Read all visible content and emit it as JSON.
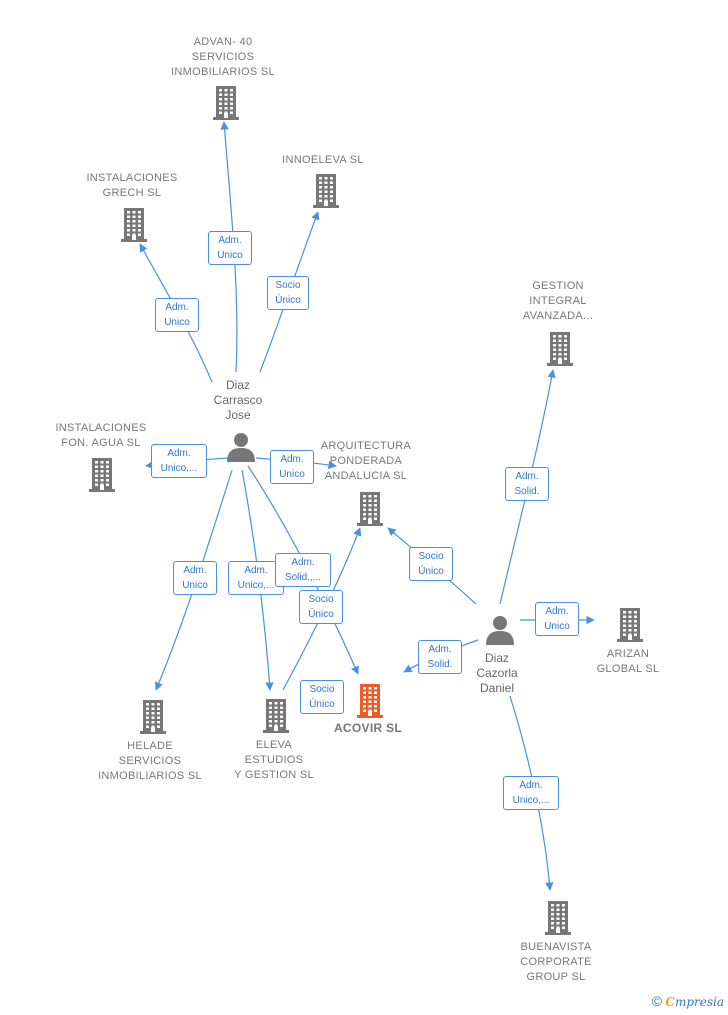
{
  "companies": [
    {
      "id": "advan",
      "label": "ADVAN- 40\nSERVICIOS\nINMOBILIARIOS SL",
      "color": "#777777"
    },
    {
      "id": "innoeleva",
      "label": "INNOELEVA  SL",
      "color": "#777777"
    },
    {
      "id": "grech",
      "label": "INSTALACIONES\nGRECH SL",
      "color": "#777777"
    },
    {
      "id": "gestion",
      "label": "GESTION\nINTEGRAL\nAVANZADA...",
      "color": "#777777"
    },
    {
      "id": "fonagua",
      "label": "INSTALACIONES\nFON. AGUA  SL",
      "color": "#777777"
    },
    {
      "id": "arquitectura",
      "label": "ARQUITECTURA\nPONDERADA\nANDALUCIA  SL",
      "color": "#777777"
    },
    {
      "id": "arizan",
      "label": "ARIZAN\nGLOBAL  SL",
      "color": "#777777"
    },
    {
      "id": "helade",
      "label": "HELADE\nSERVICIOS\nINMOBILIARIOS SL",
      "color": "#777777"
    },
    {
      "id": "eleva",
      "label": "ELEVA\nESTUDIOS\nY GESTION SL",
      "color": "#777777"
    },
    {
      "id": "acovir",
      "label": "ACOVIR  SL",
      "color": "#f05a28"
    },
    {
      "id": "buenavista",
      "label": "BUENAVISTA\nCORPORATE\nGROUP  SL",
      "color": "#777777"
    }
  ],
  "people": [
    {
      "id": "carrasco",
      "label": "Diaz\nCarrasco\nJose"
    },
    {
      "id": "cazorla",
      "label": "Diaz\nCazorla\nDaniel"
    }
  ],
  "relations": [
    {
      "id": "r1",
      "label": "Adm.\nUnico"
    },
    {
      "id": "r2",
      "label": "Socio\nÚnico"
    },
    {
      "id": "r3",
      "label": "Adm.\nUnico"
    },
    {
      "id": "r4",
      "label": "Adm.\nUnico,..."
    },
    {
      "id": "r5",
      "label": "Adm.\nUnico"
    },
    {
      "id": "r6",
      "label": "Adm.\nUnico"
    },
    {
      "id": "r7",
      "label": "Adm.\nUnico,..."
    },
    {
      "id": "r8",
      "label": "Adm.\nSolid.,..."
    },
    {
      "id": "r9",
      "label": "Socio\nÚnico"
    },
    {
      "id": "r10",
      "label": "Socio\nÚnico"
    },
    {
      "id": "r11",
      "label": "Adm.\nSolid."
    },
    {
      "id": "r12",
      "label": "Socio\nÚnico"
    },
    {
      "id": "r13",
      "label": "Adm.\nUnico"
    },
    {
      "id": "r14",
      "label": "Adm.\nSolid."
    },
    {
      "id": "r15",
      "label": "Adm.\nUnico,..."
    }
  ],
  "footer": {
    "copyright": "©",
    "brand_first": "C",
    "brand_rest": "mpresia"
  },
  "colors": {
    "edge": "#4a90e2",
    "building": "#777777",
    "highlight": "#f05a28",
    "person": "#777777"
  }
}
